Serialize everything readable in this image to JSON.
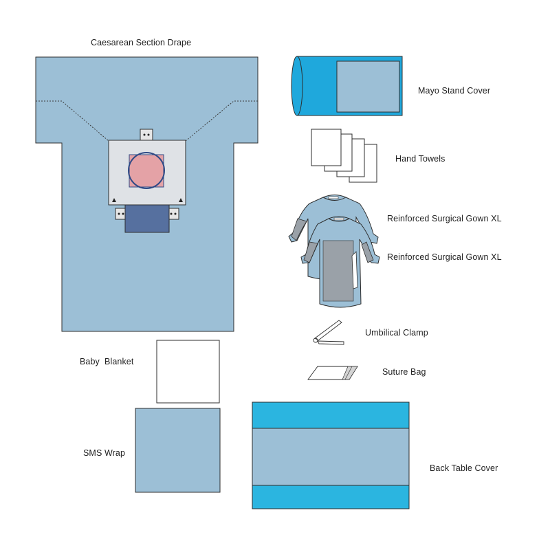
{
  "labels": {
    "caesarean_drape": "Caesarean Section Drape",
    "mayo_stand_cover": "Mayo Stand Cover",
    "hand_towels": "Hand Towels",
    "gown_1": "Reinforced Surgical Gown XL",
    "gown_2": "Reinforced Surgical Gown XL",
    "umbilical_clamp": "Umbilical Clamp",
    "suture_bag": "Suture Bag",
    "baby_blanket": "Baby  Blanket",
    "sms_wrap": "SMS Wrap",
    "back_table_cover": "Back Table Cover"
  },
  "colors": {
    "drape_blue": "#9cbfd6",
    "bright_blue": "#2bb5e0",
    "mayo_blue": "#1fa8dc",
    "window_pink": "#e4a2a6",
    "pouch_navy": "#56709f",
    "ring_navy": "#2e4a86",
    "gown_grey": "#9aa1a8",
    "outline": "#2d2d2d"
  }
}
